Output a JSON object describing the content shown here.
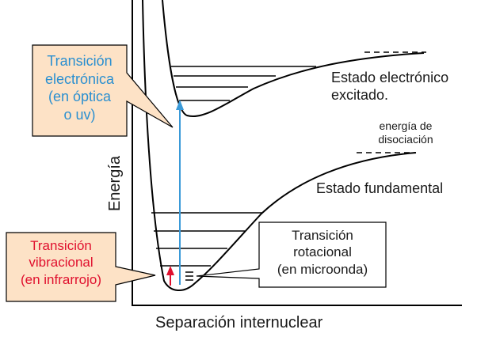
{
  "axes": {
    "x_label": "Separación internuclear",
    "y_label": "Energía"
  },
  "states": {
    "excited": {
      "line1": "Estado electrónico",
      "line2": "excitado."
    },
    "ground": "Estado fundamental"
  },
  "dissociation": {
    "line1": "energía de",
    "line2": "disociación"
  },
  "callouts": {
    "electronic": {
      "lines": [
        "Transición",
        "electrónica",
        "(en óptica",
        "o uv)"
      ],
      "text_color": "#2a8fd0",
      "fill": "#fde2c6"
    },
    "vibrational": {
      "lines": [
        "Transición",
        "vibracional",
        "(en infrarrojo)"
      ],
      "text_color": "#e0102e",
      "fill": "#fde2c6"
    },
    "rotational": {
      "lines": [
        "Transición",
        "rotacional",
        "(en microonda)"
      ],
      "text_color": "#1a1a1a",
      "fill": "#ffffff"
    }
  },
  "colors": {
    "electronic_arrow": "#3a9ad8",
    "vibrational_arrow": "#e0102e",
    "curves": "#000000"
  }
}
